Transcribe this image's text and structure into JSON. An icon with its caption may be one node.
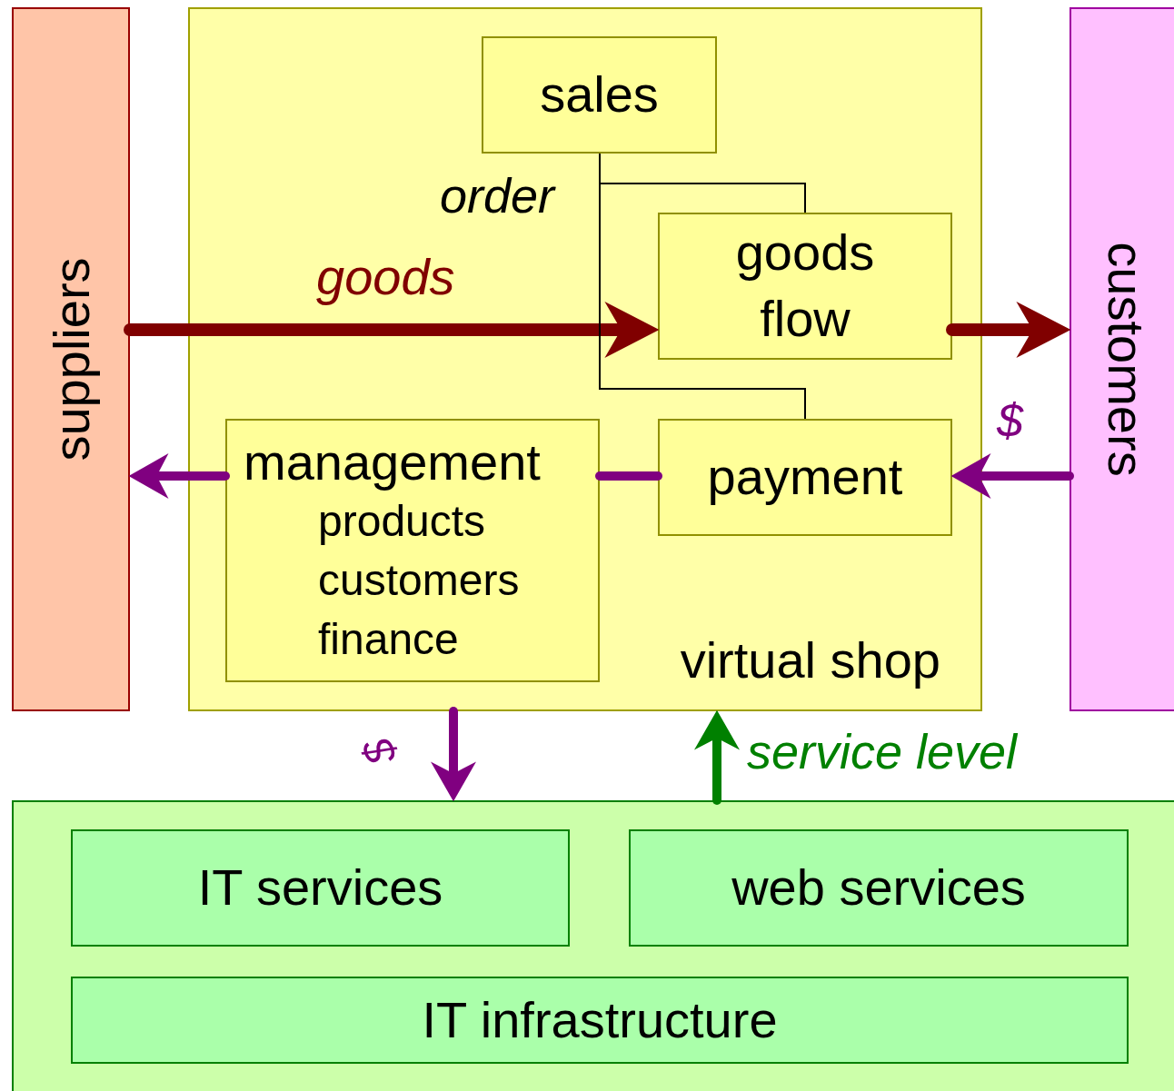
{
  "diagram": {
    "nodes": [
      {
        "text": [
          "suppliers"
        ]
      },
      {
        "text": [
          "virtual shop"
        ]
      },
      {
        "text": [
          "sales"
        ],
        "in": 1
      },
      {
        "text": [
          "goods flow"
        ],
        "in": 1
      },
      {
        "text": [
          "management",
          "products customers finance"
        ],
        "in": 1
      },
      {
        "text": [
          "payment"
        ],
        "in": 1
      },
      {
        "text": [
          "customers"
        ]
      },
      {
        "text": [],
        "shape": "box"
      },
      {
        "text": [
          "IT services"
        ],
        "in": 7
      },
      {
        "text": [
          "web services"
        ],
        "in": 7
      },
      {
        "text": [
          "IT infrastructure"
        ],
        "in": 7
      }
    ],
    "edges": [
      {
        "from": 0,
        "to": 3,
        "arrow": "to",
        "label": "goods",
        "color": "#800000"
      },
      {
        "from": 3,
        "to": 6,
        "arrow": "to",
        "color": "#800000"
      },
      {
        "from": 6,
        "to": 5,
        "arrow": "to",
        "label": "$",
        "color": "#800080"
      },
      {
        "from": 5,
        "to": 4,
        "arrow": "none",
        "color": "#800080"
      },
      {
        "from": 4,
        "to": 0,
        "arrow": "to",
        "color": "#800080"
      },
      {
        "from": 2,
        "to": 3,
        "arrow": "none",
        "label": "order",
        "color": "#000000"
      },
      {
        "from": 2,
        "to": 5,
        "arrow": "none",
        "color": "#000000"
      },
      {
        "from": 1,
        "to": 7,
        "arrow": "to",
        "label": "$",
        "color": "#800080"
      },
      {
        "from": 7,
        "to": 1,
        "arrow": "to",
        "label": "service level",
        "color": "#008000"
      }
    ]
  }
}
